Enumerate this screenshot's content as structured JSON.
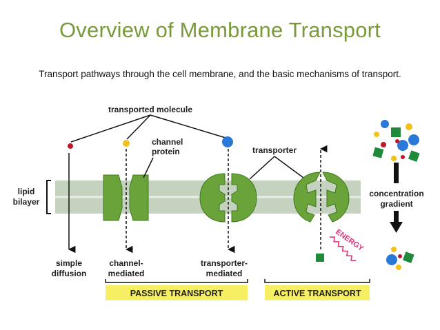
{
  "title": "Overview of Membrane Transport",
  "subtitle": "Transport pathways through the cell membrane, and the basic mechanisms of transport.",
  "labels": {
    "transported_molecule": "transported molecule",
    "channel": "channel",
    "protein": "protein",
    "transporter": "transporter",
    "lipid": "lipid",
    "bilayer": "bilayer",
    "concentration": "concentration",
    "gradient": "gradient",
    "energy": "ENERGY",
    "simple": "simple",
    "diffusion": "diffusion",
    "channel_mediated_1": "channel-",
    "channel_mediated_2": "mediated",
    "transporter_mediated_1": "transporter-",
    "transporter_mediated_2": "mediated",
    "passive_transport": "PASSIVE TRANSPORT",
    "active_transport": "ACTIVE TRANSPORT"
  },
  "colors": {
    "title": "#7a9a3a",
    "membrane": "#c5d2bf",
    "protein": "#6aa33a",
    "protein_dark": "#3e7a1f",
    "banner": "#f7ef63",
    "energy": "#e0307a",
    "red_molecule": "#c0182a",
    "yellow_molecule": "#f2c21a",
    "blue_molecule": "#2a78d8",
    "green_molecule": "#1f8a3a"
  }
}
